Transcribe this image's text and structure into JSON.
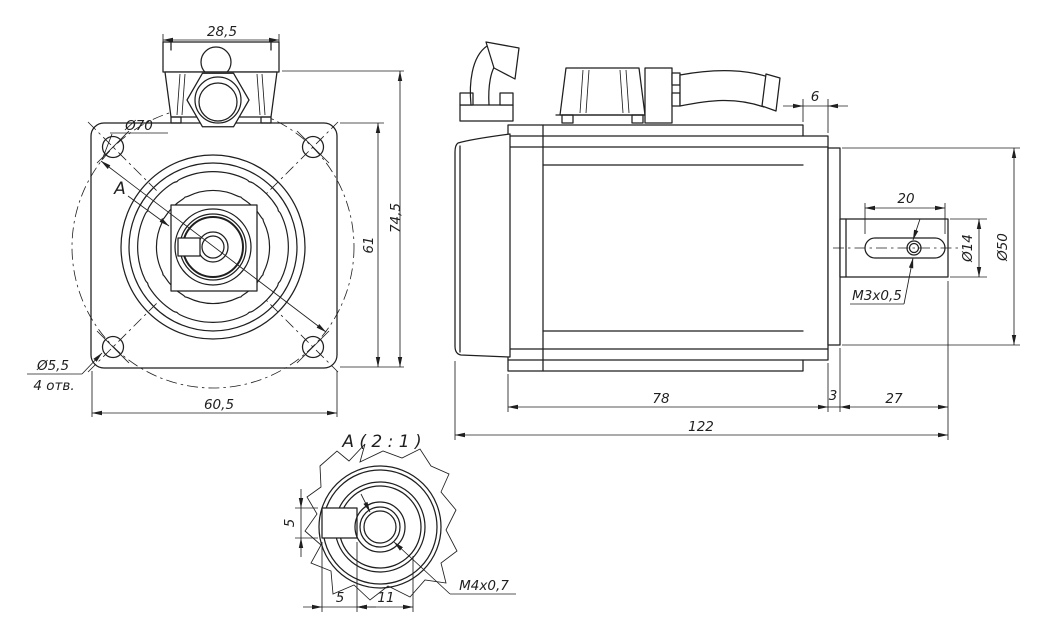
{
  "drawing": {
    "description": "Servo motor outline dimension drawing, three views",
    "colors": {
      "background": "#ffffff",
      "line": "#1f1f1f"
    },
    "front_view": {
      "dim_connector_width": "28,5",
      "dim_bolt_circle": "Ø70",
      "detail_callout": "A",
      "dim_hole_diameter": "Ø5,5",
      "hole_count_note": "4 отв.",
      "dim_flange_width": "60,5",
      "dim_flange_height": "61",
      "dim_total_height": "74,5"
    },
    "side_view": {
      "dim_rear_cap_length": "6",
      "dim_flat_length": "20",
      "dim_shaft_diameter": "Ø14",
      "dim_boss_diameter": "Ø50",
      "shaft_thread_label": "M3x0,5",
      "dim_body_length": "78",
      "dim_boss_length": "3",
      "dim_shaft_length": "27",
      "dim_total_length": "122"
    },
    "detail_view": {
      "title": "A ( 2 : 1 )",
      "dim_key_height": "5",
      "dim_key_width": "5",
      "dim_key_to_center": "11",
      "thread_label": "M4x0,7"
    }
  }
}
